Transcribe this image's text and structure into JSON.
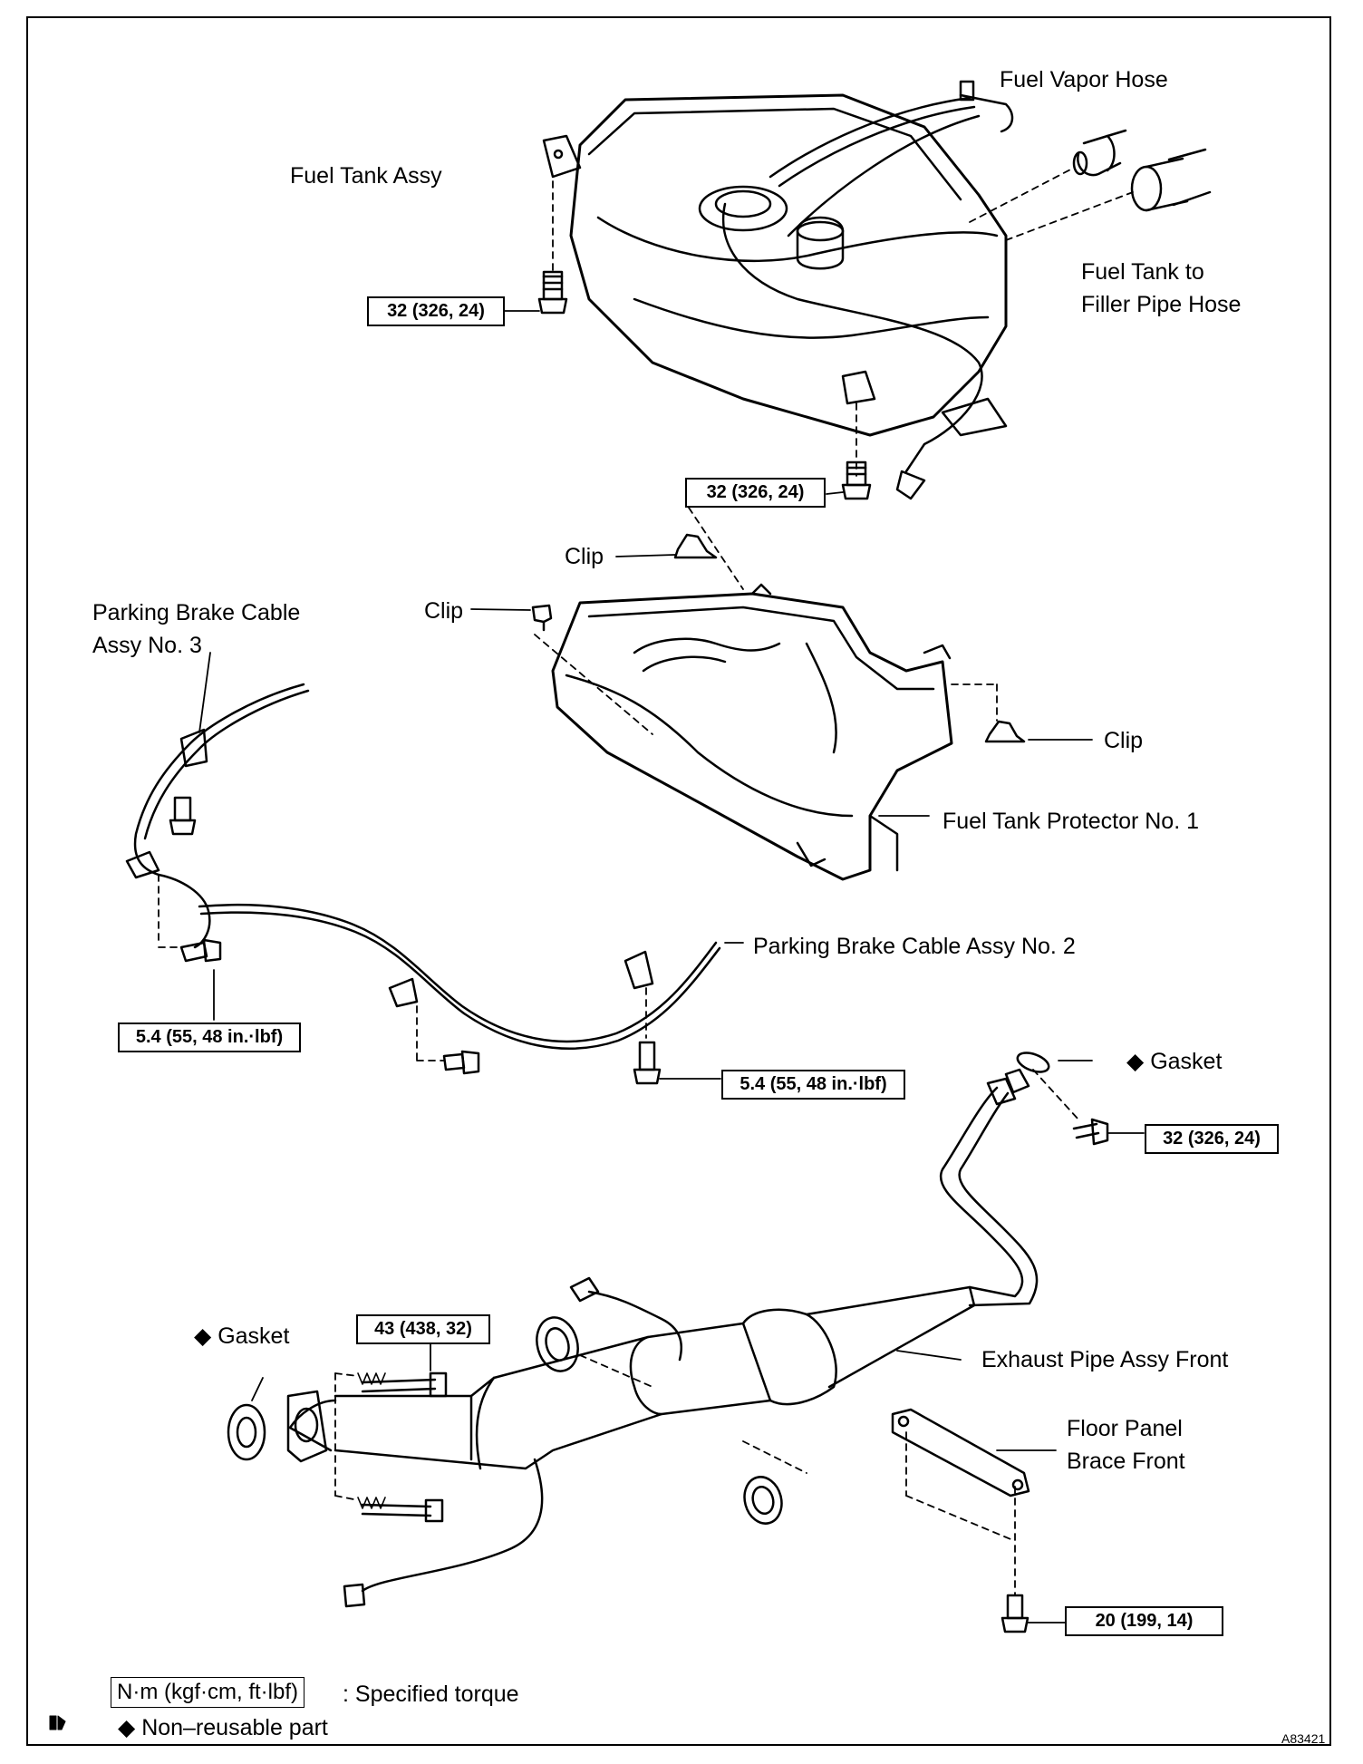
{
  "labels": {
    "fuel_vapor_hose": "Fuel Vapor Hose",
    "fuel_tank_assy": "Fuel Tank Assy",
    "filler_hose_line1": "Fuel Tank to",
    "filler_hose_line2": "Filler Pipe Hose",
    "clip": "Clip",
    "pbc3_line1": "Parking Brake Cable",
    "pbc3_line2": "Assy No. 3",
    "protector": "Fuel Tank Protector No. 1",
    "pbc2": "Parking Brake Cable Assy No. 2",
    "gasket": "Gasket",
    "exhaust": "Exhaust Pipe Assy Front",
    "brace_line1": "Floor Panel",
    "brace_line2": "Brace Front"
  },
  "torques": {
    "tank_left": "32 (326, 24)",
    "tank_bottom": "32 (326, 24)",
    "pbc3_bolt": "5.4 (55, 48 in.·lbf)",
    "pbc2_bolt": "5.4 (55, 48 in.·lbf)",
    "exhaust_rear": "32 (326, 24)",
    "exhaust_front": "43 (438, 32)",
    "brace": "20 (199, 14)"
  },
  "symbols": {
    "non_reusable": "◆"
  },
  "legend": {
    "torque_unit": "N·m (kgf·cm, ft·lbf)",
    "torque_desc": ": Specified torque",
    "non_reusable_desc": "Non–reusable part"
  },
  "figure_code": "A83421"
}
